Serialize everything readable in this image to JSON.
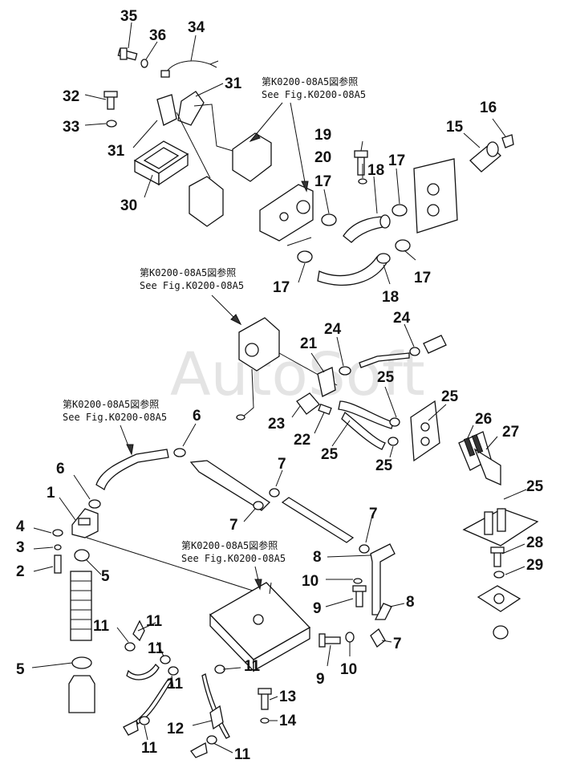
{
  "watermark": "AutoSoft",
  "references": [
    {
      "jp": "第K0200-08A5図参照",
      "en": "See Fig.K0200-08A5"
    },
    {
      "jp": "第K0200-08A5図参照",
      "en": "See Fig.K0200-08A5"
    },
    {
      "jp": "第K0200-08A5図参照",
      "en": "See Fig.K0200-08A5"
    },
    {
      "jp": "第K0200-08A5図参照",
      "en": "See Fig.K0200-08A5"
    }
  ],
  "callouts": [
    "35",
    "36",
    "34",
    "32",
    "31",
    "33",
    "31",
    "30",
    "19",
    "20",
    "17",
    "18",
    "16",
    "15",
    "17",
    "17",
    "18",
    "17",
    "24",
    "24",
    "21",
    "25",
    "25",
    "23",
    "22",
    "25",
    "26",
    "27",
    "25",
    "25",
    "6",
    "6",
    "1",
    "7",
    "4",
    "3",
    "7",
    "2",
    "5",
    "8",
    "10",
    "7",
    "9",
    "8",
    "28",
    "29",
    "11",
    "11",
    "11",
    "11",
    "5",
    "10",
    "7",
    "9",
    "12",
    "13",
    "14",
    "11",
    "11"
  ]
}
